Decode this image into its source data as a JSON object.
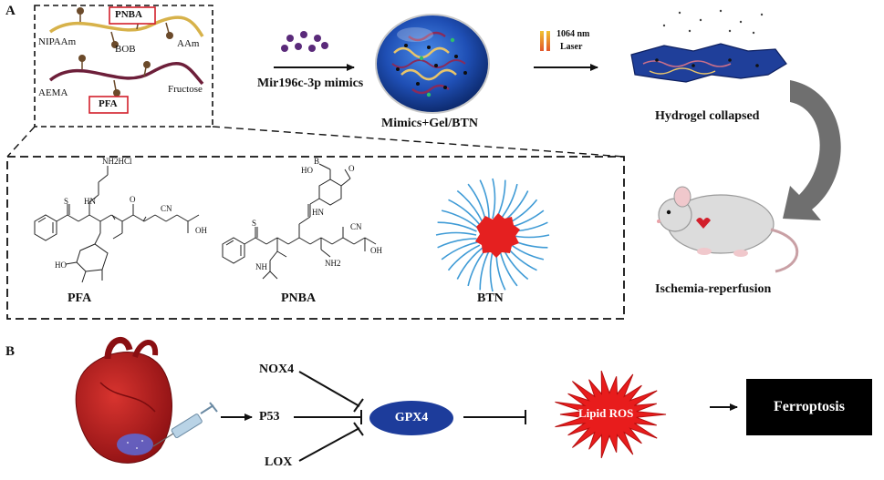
{
  "panel_a": {
    "letter": "A",
    "polymer_labels": {
      "pnba_box": "PNBA",
      "nipaam": "NIPAAm",
      "bob": "BOB",
      "aam": "AAm",
      "aema": "AEMA",
      "fructose": "Fructose",
      "pfa_box": "PFA"
    },
    "mimics_label": "Mir196c-3p mimics",
    "gel_label": "Mimics+Gel/BTN",
    "laser_label_line1": "1064 nm",
    "laser_label_line2": "Laser",
    "collapsed_label": "Hydrogel collapsed",
    "mouse_label": "Ischemia-reperfusion",
    "structures": {
      "pfa": {
        "name": "PFA",
        "hcl": "NH2HCl",
        "oh": "OH",
        "o": "O",
        "s": "S",
        "hn": "HN",
        "cn": "CN",
        "ho": "HO"
      },
      "pnba": {
        "name": "PNBA",
        "b": "B",
        "ho": "HO",
        "o": "O",
        "hn": "HN",
        "s": "S",
        "nh": "NH",
        "nh2": "NH2",
        "cn": "CN",
        "oh": "OH"
      },
      "btn": {
        "name": "BTN"
      }
    }
  },
  "panel_b": {
    "letter": "B",
    "inputs": [
      "NOX4",
      "P53",
      "LOX"
    ],
    "target": "GPX4",
    "burst": "Lipid ROS",
    "outcome": "Ferroptosis"
  },
  "colors": {
    "pnba_chain": "#d7b24a",
    "pfa_chain": "#6d1f3a",
    "box_red": "#d21f2b",
    "gel_blue": "#1f4fb5",
    "gpx4": "#1d3c9b",
    "burst_red": "#e81c1c",
    "heart": "#b3171b",
    "arrow_gray": "#6f6f6f"
  }
}
